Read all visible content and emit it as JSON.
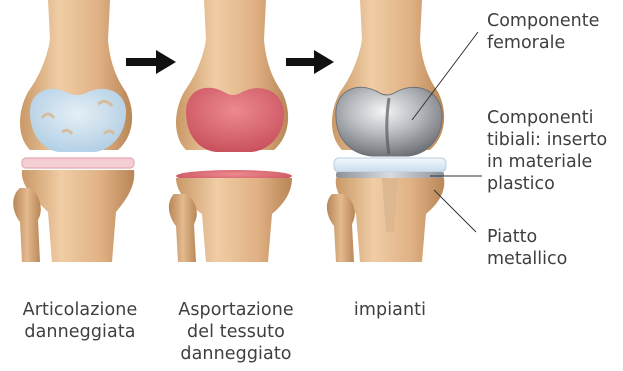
{
  "captions": {
    "step1": "Articolazione\ndanneggiata",
    "step2": "Asportazione\ndel tessuto\ndanneggiato",
    "step3": "impianti"
  },
  "callouts": {
    "femoral": "Componente\nfemorale",
    "tibial": "Componenti\ntibiali: inserto\nin materiale\nplastico",
    "plate": "Piatto\nmetallico"
  },
  "colors": {
    "bone": "#e2b68a",
    "bone_dark": "#b98659",
    "cartilage": "#bcd9ee",
    "cut_surface": "#d9646e",
    "metal": "#9a9ea3",
    "plastic": "#e8f1f8",
    "arrow": "#111111"
  }
}
